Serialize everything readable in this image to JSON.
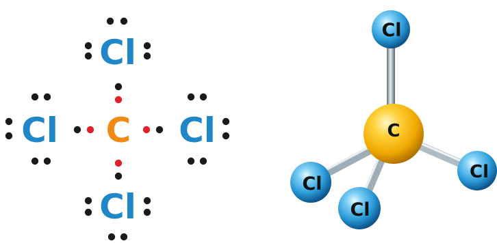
{
  "lewis": {
    "central_symbol": "C",
    "top_symbol": "Cl",
    "left_symbol": "Cl",
    "right_symbol": "Cl",
    "bottom_symbol": "Cl"
  },
  "ball_stick": {
    "central_symbol": "C",
    "top_symbol": "Cl",
    "left_symbol": "Cl",
    "right_symbol": "Cl",
    "bottom_symbol": "Cl"
  },
  "colors": {
    "chlorine_text": "#1f86c8",
    "carbon_text": "#f08a12",
    "carbon_electron": "#e0202a",
    "chlorine_electron": "#1a1a1a",
    "chlorine_ball": "#3aa8e6",
    "carbon_ball": "#f5b400"
  }
}
